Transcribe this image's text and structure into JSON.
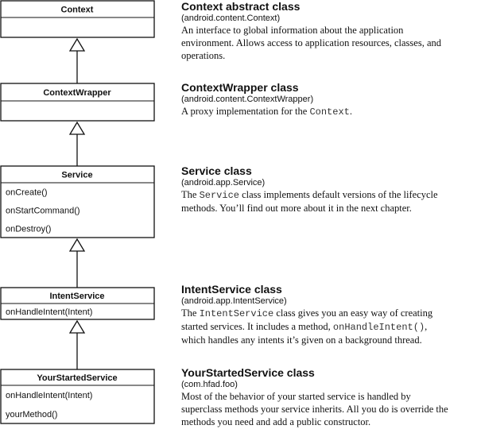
{
  "classes": [
    {
      "name": "Context",
      "methods": []
    },
    {
      "name": "ContextWrapper",
      "methods": []
    },
    {
      "name": "Service",
      "methods": [
        "onCreate()",
        "onStartCommand()",
        "onDestroy()"
      ]
    },
    {
      "name": "IntentService",
      "methods": [
        "onHandleIntent(Intent)"
      ]
    },
    {
      "name": "YourStartedService",
      "methods": [
        "onHandleIntent(Intent)",
        "yourMethod()"
      ]
    }
  ],
  "descriptions": [
    {
      "heading": "Context abstract class",
      "package": "(android.content.Context)",
      "body": [
        [
          {
            "t": "An interface to global information about the application"
          }
        ],
        [
          {
            "t": "environment. Allows access to application resources, classes, and"
          }
        ],
        [
          {
            "t": "operations."
          }
        ]
      ]
    },
    {
      "heading": "ContextWrapper class",
      "package": "(android.content.ContextWrapper)",
      "body": [
        [
          {
            "t": "A proxy implementation for the "
          },
          {
            "t": "Context",
            "code": true
          },
          {
            "t": "."
          }
        ]
      ]
    },
    {
      "heading": "Service class",
      "package": "(android.app.Service)",
      "body": [
        [
          {
            "t": "The "
          },
          {
            "t": "Service",
            "code": true
          },
          {
            "t": " class implements default versions of the lifecycle"
          }
        ],
        [
          {
            "t": "methods. You’ll find out more about it in the next chapter."
          }
        ]
      ]
    },
    {
      "heading": "IntentService class",
      "package": "(android.app.IntentService)",
      "body": [
        [
          {
            "t": "The "
          },
          {
            "t": "IntentService",
            "code": true
          },
          {
            "t": " class gives you an easy way of creating"
          }
        ],
        [
          {
            "t": "started services. It includes a method, "
          },
          {
            "t": "onHandleIntent()",
            "code": true
          },
          {
            "t": ","
          }
        ],
        [
          {
            "t": "which handles any intents it’s given on a background thread."
          }
        ]
      ]
    },
    {
      "heading": "YourStartedService class",
      "package": "(com.hfad.foo)",
      "body": [
        [
          {
            "t": "Most of the behavior of your started service is handled by"
          }
        ],
        [
          {
            "t": "superclass methods your service inherits. All you do is override the"
          }
        ],
        [
          {
            "t": "methods you need and add a public constructor."
          }
        ]
      ]
    }
  ]
}
